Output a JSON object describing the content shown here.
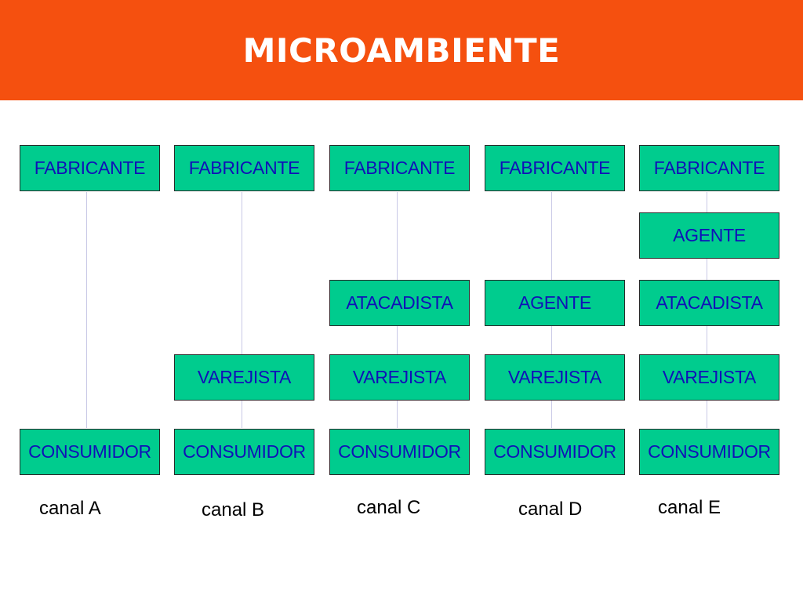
{
  "title": "MICROAMBIENTE",
  "colors": {
    "header": "#f5500f",
    "box_fill": "#00cc8e",
    "box_text": "#1010b8",
    "connector": "#c9c9e6"
  },
  "channels": [
    {
      "label": "canal A",
      "nodes": [
        "FABRICANTE",
        "CONSUMIDOR"
      ]
    },
    {
      "label": "canal B",
      "nodes": [
        "FABRICANTE",
        "VAREJISTA",
        "CONSUMIDOR"
      ]
    },
    {
      "label": "canal C",
      "nodes": [
        "FABRICANTE",
        "ATACADISTA",
        "VAREJISTA",
        "CONSUMIDOR"
      ]
    },
    {
      "label": "canal D",
      "nodes": [
        "FABRICANTE",
        "AGENTE",
        "VAREJISTA",
        "CONSUMIDOR"
      ]
    },
    {
      "label": "canal E",
      "nodes": [
        "FABRICANTE",
        "AGENTE",
        "ATACADISTA",
        "VAREJISTA",
        "CONSUMIDOR"
      ]
    }
  ]
}
